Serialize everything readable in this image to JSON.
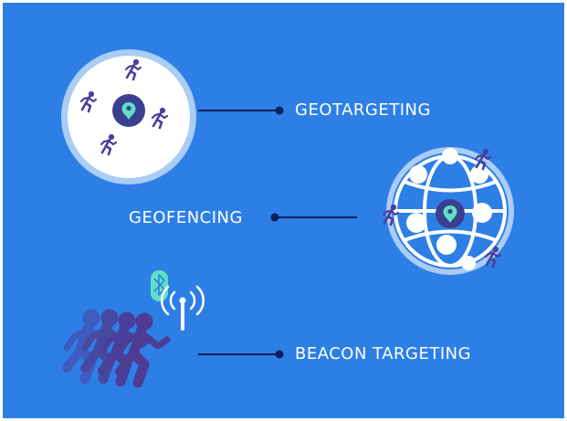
{
  "labels": {
    "geotargeting": "GEOTARGETING",
    "geofencing": "GEOFENCING",
    "beacon_targeting": "BEACON TARGETING"
  },
  "icons": {
    "location_pin": "location-pin-icon",
    "runner": "runner-icon",
    "network_globe": "network-globe-icon",
    "bluetooth": "bluetooth-icon",
    "signal_tower": "signal-tower-icon",
    "crowd": "running-crowd-icon"
  },
  "colors": {
    "background": "#2d7fe6",
    "connector": "#0c1e5c",
    "circle_ring": "#a9cdf5",
    "circle_fill": "#ffffff",
    "pin_badge": "#3b3f8f",
    "pin": "#5fe0c4",
    "runner": "#4a3f9a",
    "bluetooth": "#5fe0c4"
  }
}
